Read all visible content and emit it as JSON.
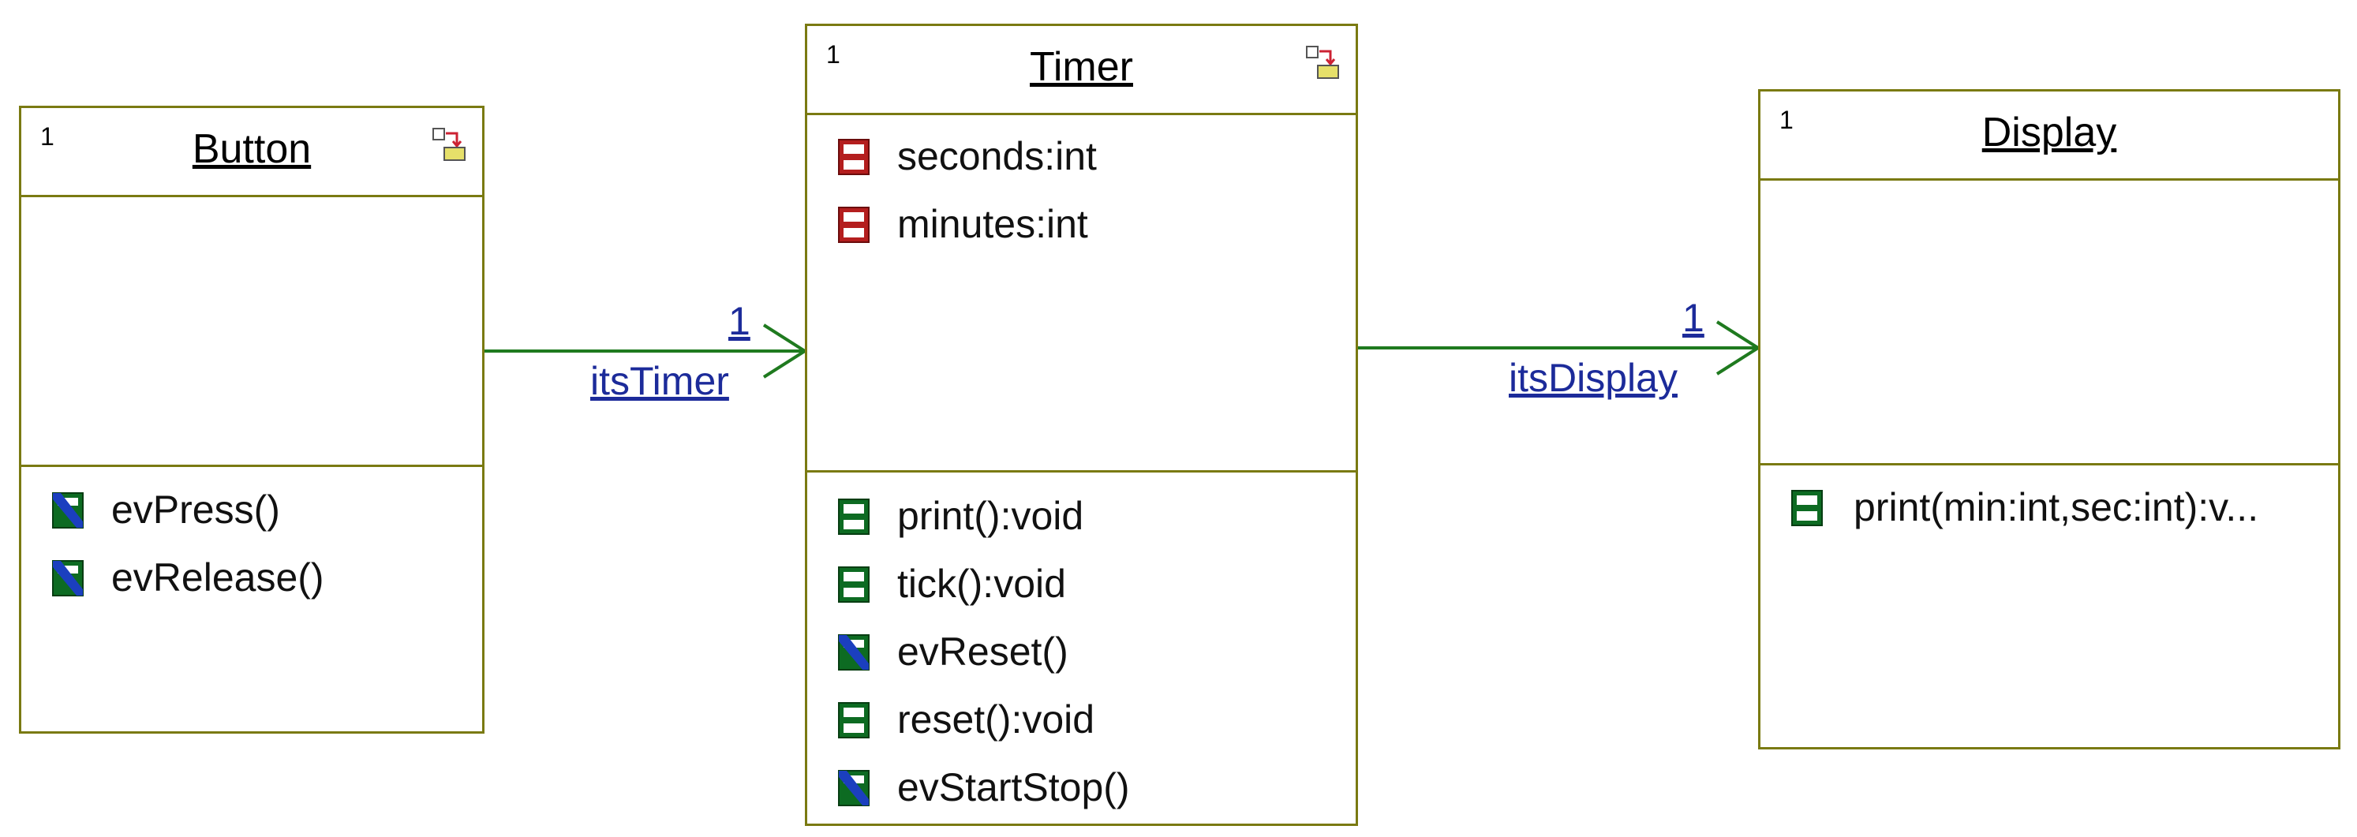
{
  "classes": {
    "button": {
      "name": "Button",
      "multiplicity": "1",
      "attributes": [],
      "operations": [
        {
          "label": "evPress()",
          "icon": "event-reception-icon"
        },
        {
          "label": "evRelease()",
          "icon": "event-reception-icon"
        }
      ]
    },
    "timer": {
      "name": "Timer",
      "multiplicity": "1",
      "attributes": [
        {
          "label": "seconds:int",
          "icon": "attribute-icon"
        },
        {
          "label": "minutes:int",
          "icon": "attribute-icon"
        }
      ],
      "operations": [
        {
          "label": "print():void",
          "icon": "operation-icon"
        },
        {
          "label": "tick():void",
          "icon": "operation-icon"
        },
        {
          "label": "evReset()",
          "icon": "event-reception-icon"
        },
        {
          "label": "reset():void",
          "icon": "operation-icon"
        },
        {
          "label": "evStartStop()",
          "icon": "event-reception-icon"
        }
      ]
    },
    "display": {
      "name": "Display",
      "multiplicity": "1",
      "attributes": [],
      "operations": [
        {
          "label": "print(min:int,sec:int):v...",
          "icon": "operation-icon"
        }
      ]
    }
  },
  "associations": [
    {
      "from": "Button",
      "to": "Timer",
      "role": "itsTimer",
      "multiplicity": "1"
    },
    {
      "from": "Timer",
      "to": "Display",
      "role": "itsDisplay",
      "multiplicity": "1"
    }
  ],
  "colors": {
    "class_border": "#7a7a12",
    "association_line": "#1f7a1f",
    "role_text": "#1c2b9a",
    "attribute_icon": "#b41e1e",
    "operation_icon": "#0d6b22",
    "event_icon_stripe": "#1b3fbf",
    "active_class_icon": "#e6e06a"
  }
}
